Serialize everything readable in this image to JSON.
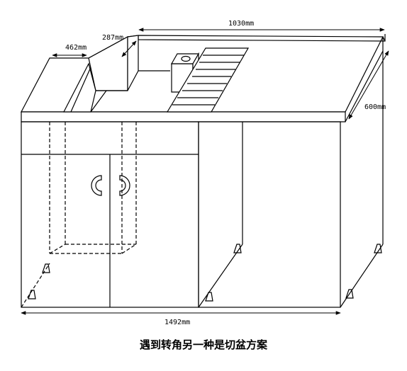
{
  "dimensions": {
    "top_width": "1030mm",
    "depth": "600mm",
    "bottom_width": "1492mm",
    "corner_width": "462mm",
    "corner_depth": "287mm"
  },
  "caption": "遇到转角另一种是切盆方案"
}
